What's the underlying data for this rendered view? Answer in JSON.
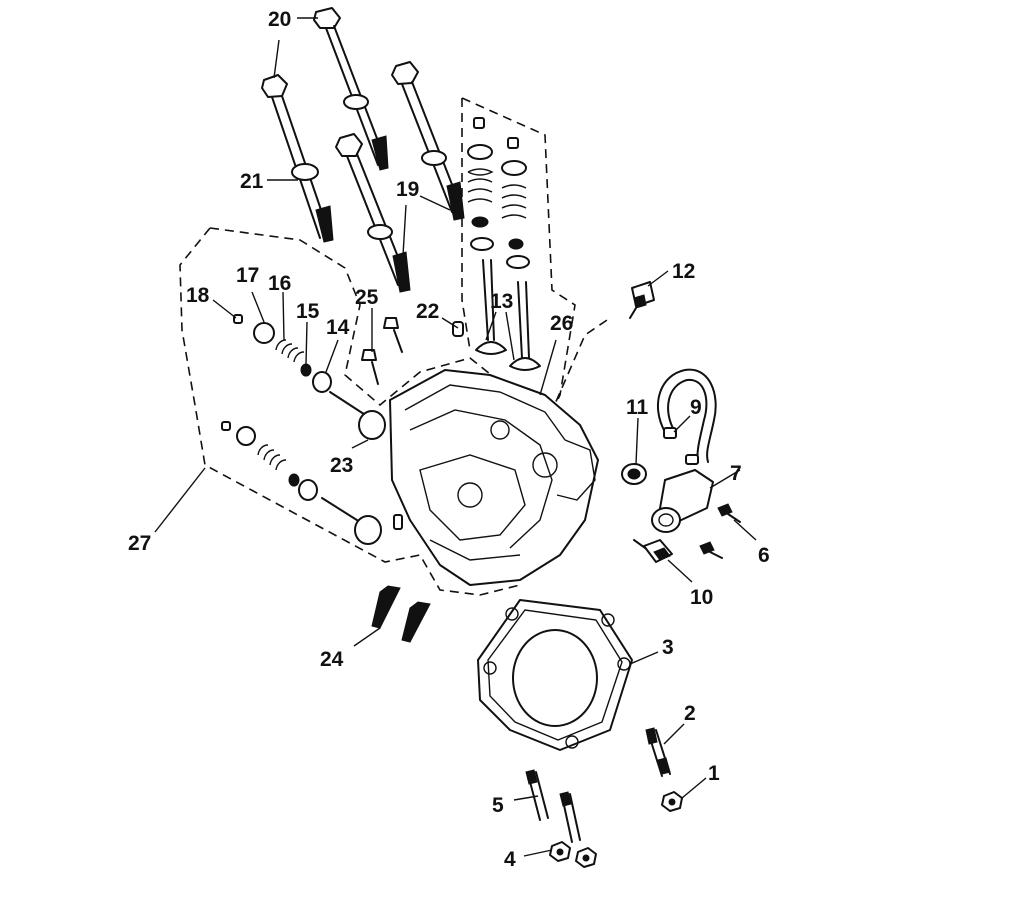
{
  "callouts": [
    {
      "number": "1"
    },
    {
      "number": "2"
    },
    {
      "number": "3"
    },
    {
      "number": "4"
    },
    {
      "number": "5"
    },
    {
      "number": "6"
    },
    {
      "number": "7"
    },
    {
      "number": "9"
    },
    {
      "number": "10"
    },
    {
      "number": "11"
    },
    {
      "number": "12"
    },
    {
      "number": "13"
    },
    {
      "number": "14"
    },
    {
      "number": "15"
    },
    {
      "number": "16"
    },
    {
      "number": "17"
    },
    {
      "number": "18"
    },
    {
      "number": "19"
    },
    {
      "number": "20"
    },
    {
      "number": "21"
    },
    {
      "number": "22"
    },
    {
      "number": "23"
    },
    {
      "number": "24"
    },
    {
      "number": "25"
    },
    {
      "number": "26"
    },
    {
      "number": "27"
    }
  ]
}
